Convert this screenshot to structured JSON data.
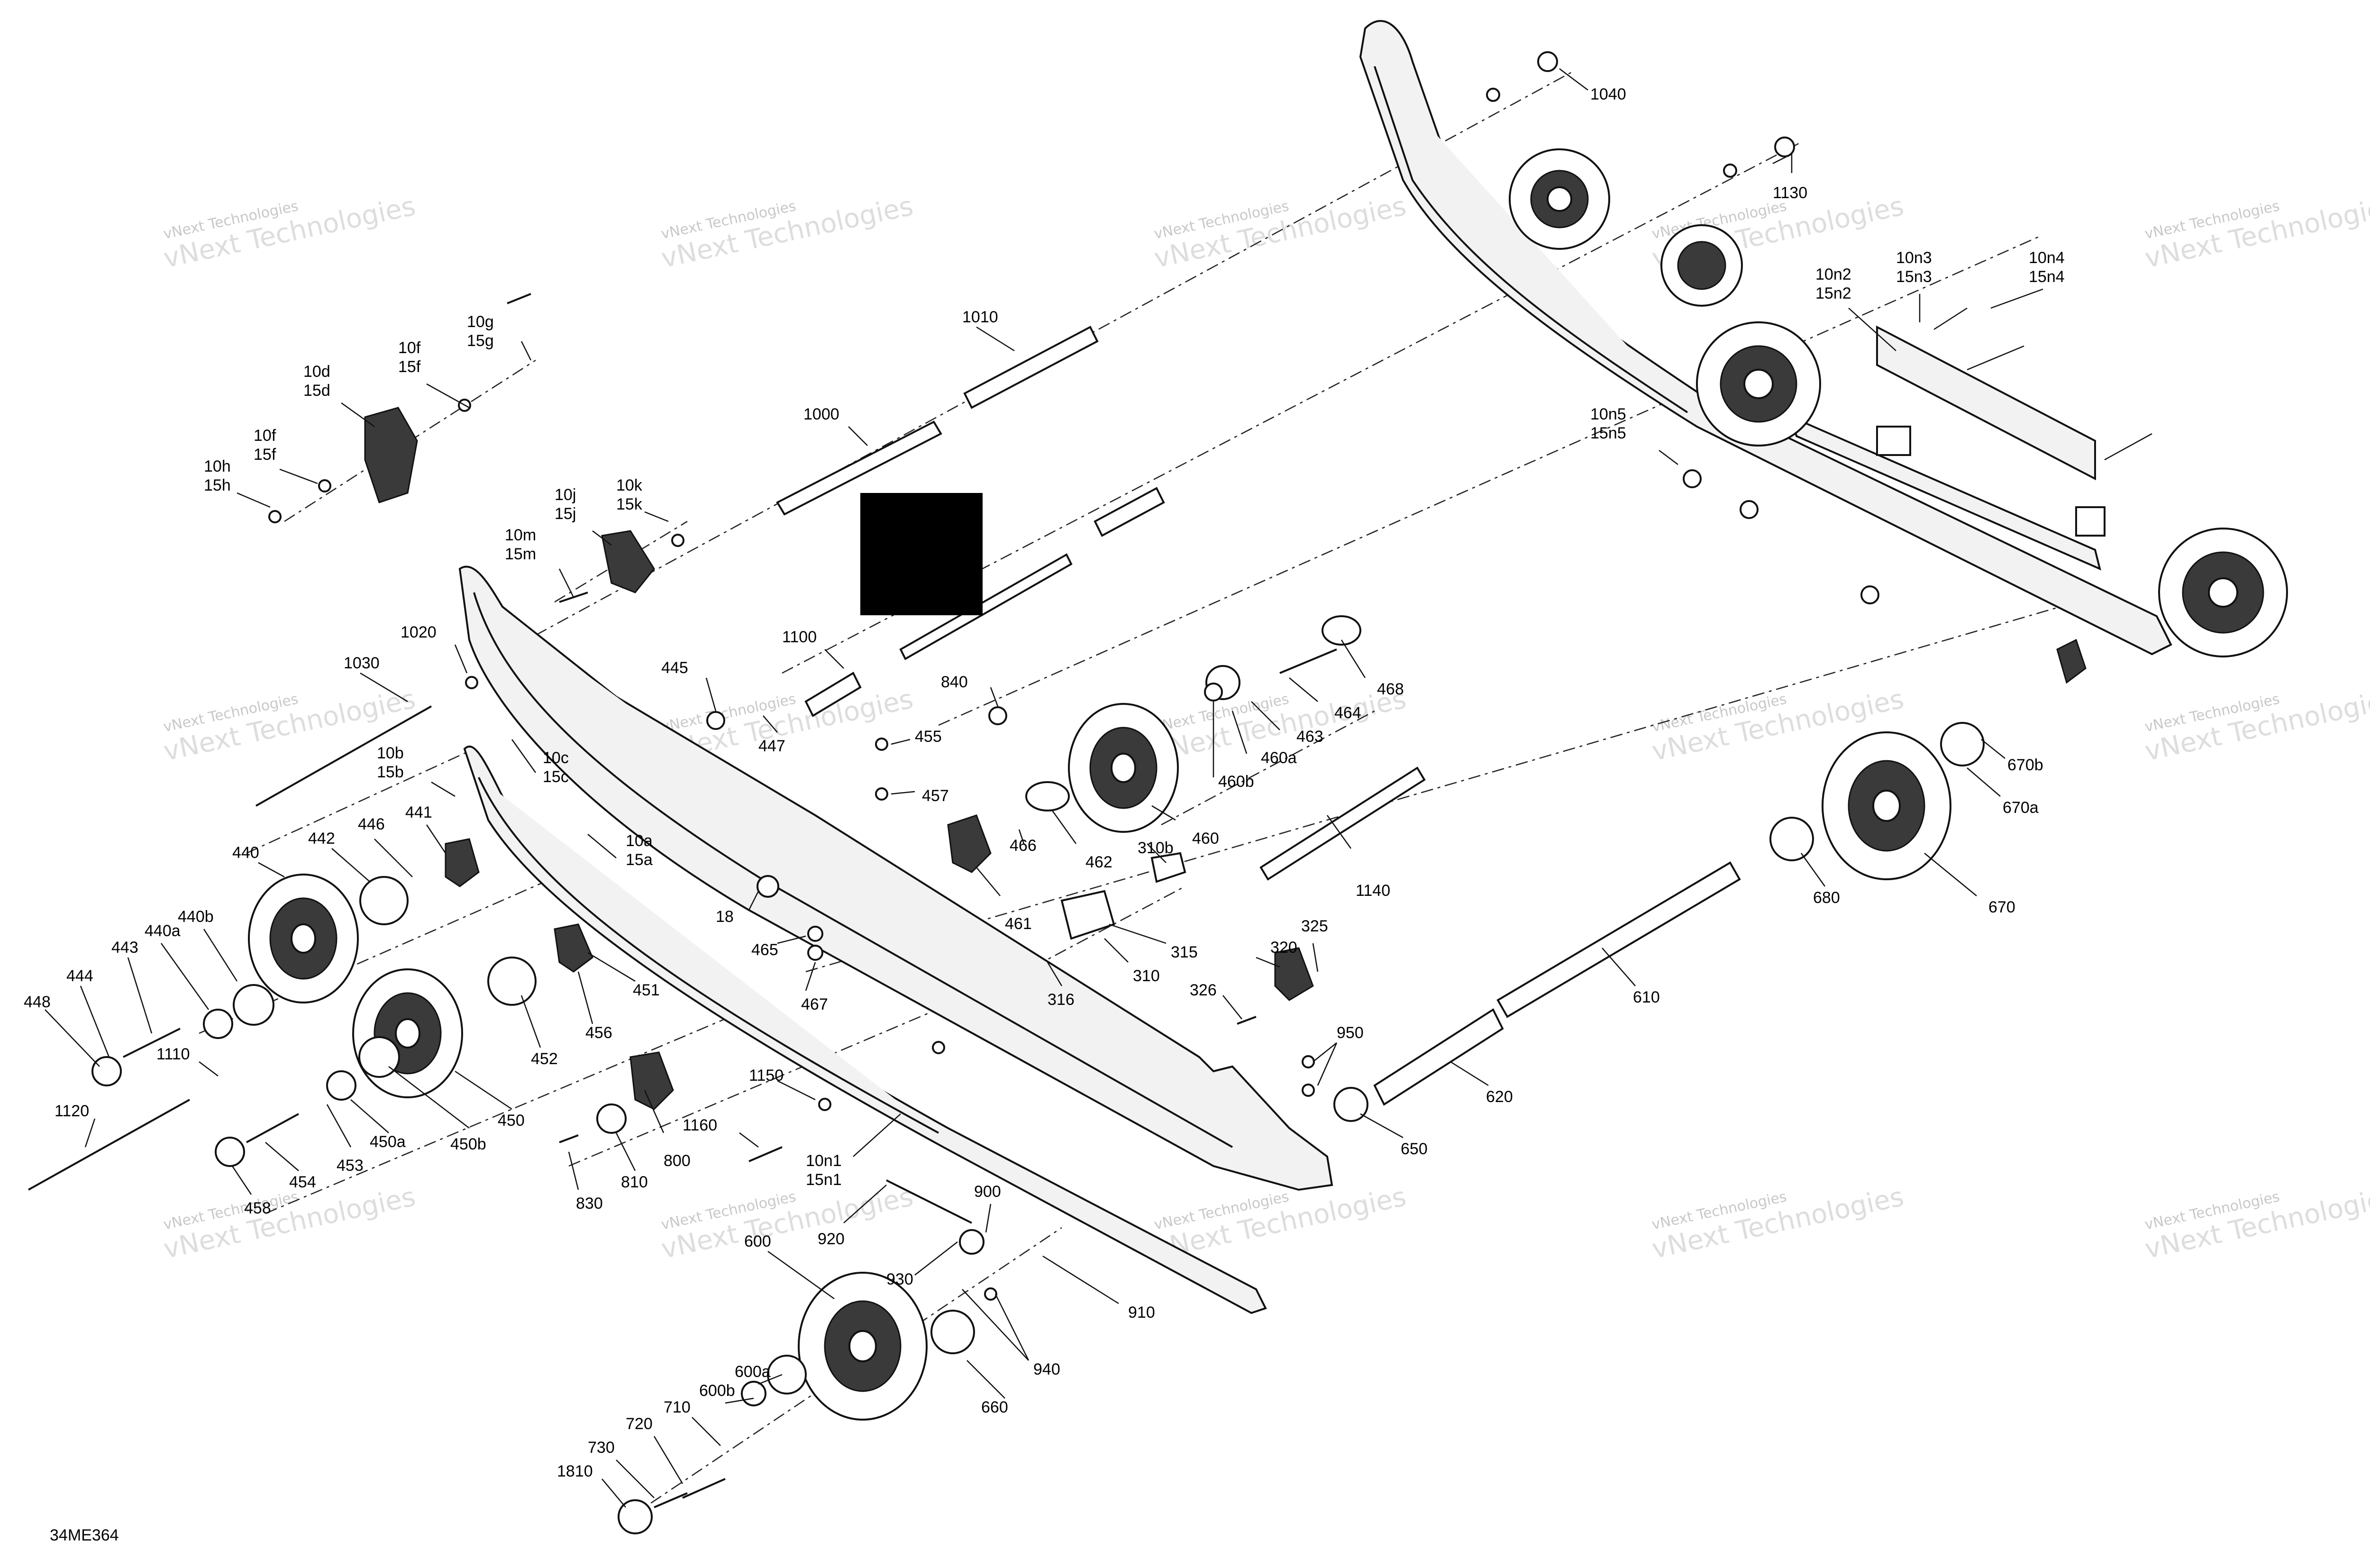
{
  "diagram_code": "34ME364",
  "watermark": {
    "line1": "vNext Technologies",
    "line2": "vNext\nTechnologies"
  },
  "callouts": [
    {
      "id": "1040",
      "text": "1040"
    },
    {
      "id": "1130",
      "text": "1130"
    },
    {
      "id": "10n3",
      "text": "10n3\n15n3"
    },
    {
      "id": "10n4",
      "text": "10n4\n15n4"
    },
    {
      "id": "10n2",
      "text": "10n2\n15n2"
    },
    {
      "id": "10n5",
      "text": "10n5\n15n5"
    },
    {
      "id": "10g",
      "text": "10g\n15g"
    },
    {
      "id": "10f_top",
      "text": "10f\n15f"
    },
    {
      "id": "10d",
      "text": "10d\n15d"
    },
    {
      "id": "10f_mid",
      "text": "10f\n15f"
    },
    {
      "id": "10h",
      "text": "10h\n15h"
    },
    {
      "id": "1010",
      "text": "1010"
    },
    {
      "id": "1000",
      "text": "1000"
    },
    {
      "id": "10j",
      "text": "10j\n15j"
    },
    {
      "id": "10k",
      "text": "10k\n15k"
    },
    {
      "id": "10m",
      "text": "10m\n15m"
    },
    {
      "id": "1020",
      "text": "1020"
    },
    {
      "id": "1030",
      "text": "1030"
    },
    {
      "id": "1100",
      "text": "1100"
    },
    {
      "id": "445",
      "text": "445"
    },
    {
      "id": "447",
      "text": "447"
    },
    {
      "id": "840",
      "text": "840"
    },
    {
      "id": "455",
      "text": "455"
    },
    {
      "id": "457",
      "text": "457"
    },
    {
      "id": "468",
      "text": "468"
    },
    {
      "id": "464",
      "text": "464"
    },
    {
      "id": "463",
      "text": "463"
    },
    {
      "id": "460a",
      "text": "460a"
    },
    {
      "id": "460b",
      "text": "460b"
    },
    {
      "id": "460",
      "text": "460"
    },
    {
      "id": "462",
      "text": "462"
    },
    {
      "id": "466",
      "text": "466"
    },
    {
      "id": "461",
      "text": "461"
    },
    {
      "id": "310b",
      "text": "310b"
    },
    {
      "id": "315",
      "text": "315"
    },
    {
      "id": "310",
      "text": "310"
    },
    {
      "id": "316",
      "text": "316"
    },
    {
      "id": "320",
      "text": "320"
    },
    {
      "id": "325",
      "text": "325"
    },
    {
      "id": "326",
      "text": "326"
    },
    {
      "id": "1140",
      "text": "1140"
    },
    {
      "id": "670b",
      "text": "670b"
    },
    {
      "id": "670a",
      "text": "670a"
    },
    {
      "id": "680",
      "text": "680"
    },
    {
      "id": "670",
      "text": "670"
    },
    {
      "id": "610",
      "text": "610"
    },
    {
      "id": "620",
      "text": "620"
    },
    {
      "id": "650",
      "text": "650"
    },
    {
      "id": "950",
      "text": "950"
    },
    {
      "id": "10b",
      "text": "10b\n15b"
    },
    {
      "id": "10c",
      "text": "10c\n15c"
    },
    {
      "id": "10a",
      "text": "10a\n15a"
    },
    {
      "id": "18",
      "text": "18"
    },
    {
      "id": "465",
      "text": "465"
    },
    {
      "id": "467",
      "text": "467"
    },
    {
      "id": "440",
      "text": "440"
    },
    {
      "id": "442",
      "text": "442"
    },
    {
      "id": "446",
      "text": "446"
    },
    {
      "id": "441",
      "text": "441"
    },
    {
      "id": "440b",
      "text": "440b"
    },
    {
      "id": "440a",
      "text": "440a"
    },
    {
      "id": "443",
      "text": "443"
    },
    {
      "id": "444",
      "text": "444"
    },
    {
      "id": "448",
      "text": "448"
    },
    {
      "id": "451",
      "text": "451"
    },
    {
      "id": "456",
      "text": "456"
    },
    {
      "id": "452",
      "text": "452"
    },
    {
      "id": "450",
      "text": "450"
    },
    {
      "id": "450b",
      "text": "450b"
    },
    {
      "id": "450a",
      "text": "450a"
    },
    {
      "id": "453",
      "text": "453"
    },
    {
      "id": "454",
      "text": "454"
    },
    {
      "id": "458",
      "text": "458"
    },
    {
      "id": "1110",
      "text": "1110"
    },
    {
      "id": "1120",
      "text": "1120"
    },
    {
      "id": "1150",
      "text": "1150"
    },
    {
      "id": "1160",
      "text": "1160"
    },
    {
      "id": "800",
      "text": "800"
    },
    {
      "id": "810",
      "text": "810"
    },
    {
      "id": "830",
      "text": "830"
    },
    {
      "id": "10n1",
      "text": "10n1\n15n1"
    },
    {
      "id": "920",
      "text": "920"
    },
    {
      "id": "900",
      "text": "900"
    },
    {
      "id": "930",
      "text": "930"
    },
    {
      "id": "910",
      "text": "910"
    },
    {
      "id": "940",
      "text": "940"
    },
    {
      "id": "600",
      "text": "600"
    },
    {
      "id": "660",
      "text": "660"
    },
    {
      "id": "600a",
      "text": "600a"
    },
    {
      "id": "600b",
      "text": "600b"
    },
    {
      "id": "710",
      "text": "710"
    },
    {
      "id": "720",
      "text": "720"
    },
    {
      "id": "730",
      "text": "730"
    },
    {
      "id": "1810",
      "text": "1810"
    }
  ]
}
